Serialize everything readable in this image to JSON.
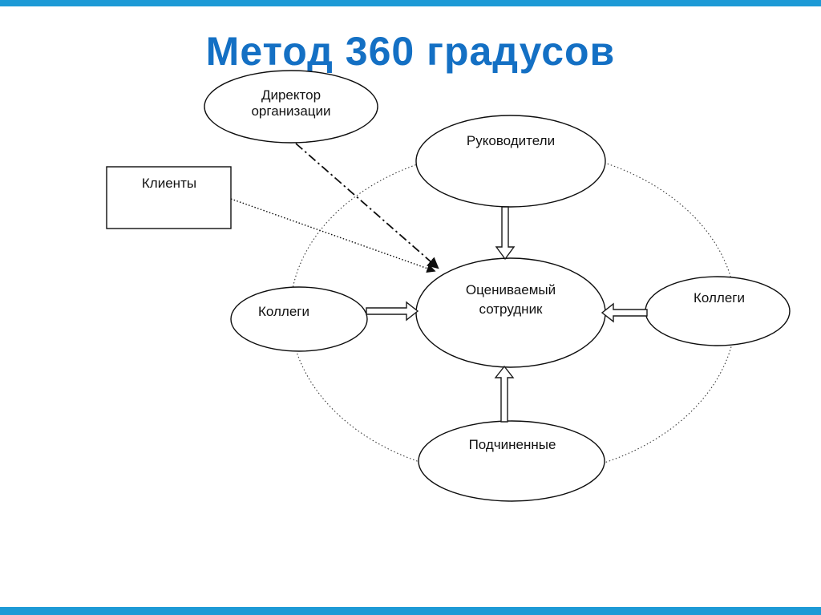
{
  "title": {
    "text": "Метод 360 градусов",
    "color": "#1470c4"
  },
  "decor": {
    "accent_bar_color": "#1d9ad6"
  },
  "nodes": {
    "director": {
      "line1": "Директор",
      "line2": "организации",
      "shape": "ellipse"
    },
    "managers": {
      "label": "Руководители",
      "shape": "ellipse"
    },
    "clients": {
      "label": "Клиенты",
      "shape": "rectangle"
    },
    "central": {
      "line1": "Оцениваемый",
      "line2": "сотрудник",
      "shape": "ellipse"
    },
    "colleagues_left": {
      "label": "Коллеги",
      "shape": "ellipse"
    },
    "colleagues_right": {
      "label": "Коллеги",
      "shape": "ellipse"
    },
    "subordinates": {
      "label": "Подчиненные",
      "shape": "ellipse"
    }
  },
  "edges": [
    {
      "from": "Директор организации",
      "to": "Оцениваемый сотрудник",
      "style": "dash-dot line with solid arrowhead"
    },
    {
      "from": "Клиенты",
      "to": "Оцениваемый сотрудник",
      "style": "dotted line with solid arrowhead"
    },
    {
      "from": "Руководители",
      "to": "Оцениваемый сотрудник",
      "style": "hollow block arrow down"
    },
    {
      "from": "Коллеги (левые)",
      "to": "Оцениваемый сотрудник",
      "style": "hollow block arrow right"
    },
    {
      "from": "Коллеги (правые)",
      "to": "Оцениваемый сотрудник",
      "style": "hollow block arrow left"
    },
    {
      "from": "Подчиненные",
      "to": "Оцениваемый сотрудник",
      "style": "hollow block arrow up"
    }
  ],
  "background": {
    "relations_ring": "dotted ellipse linking all evaluator groups"
  }
}
